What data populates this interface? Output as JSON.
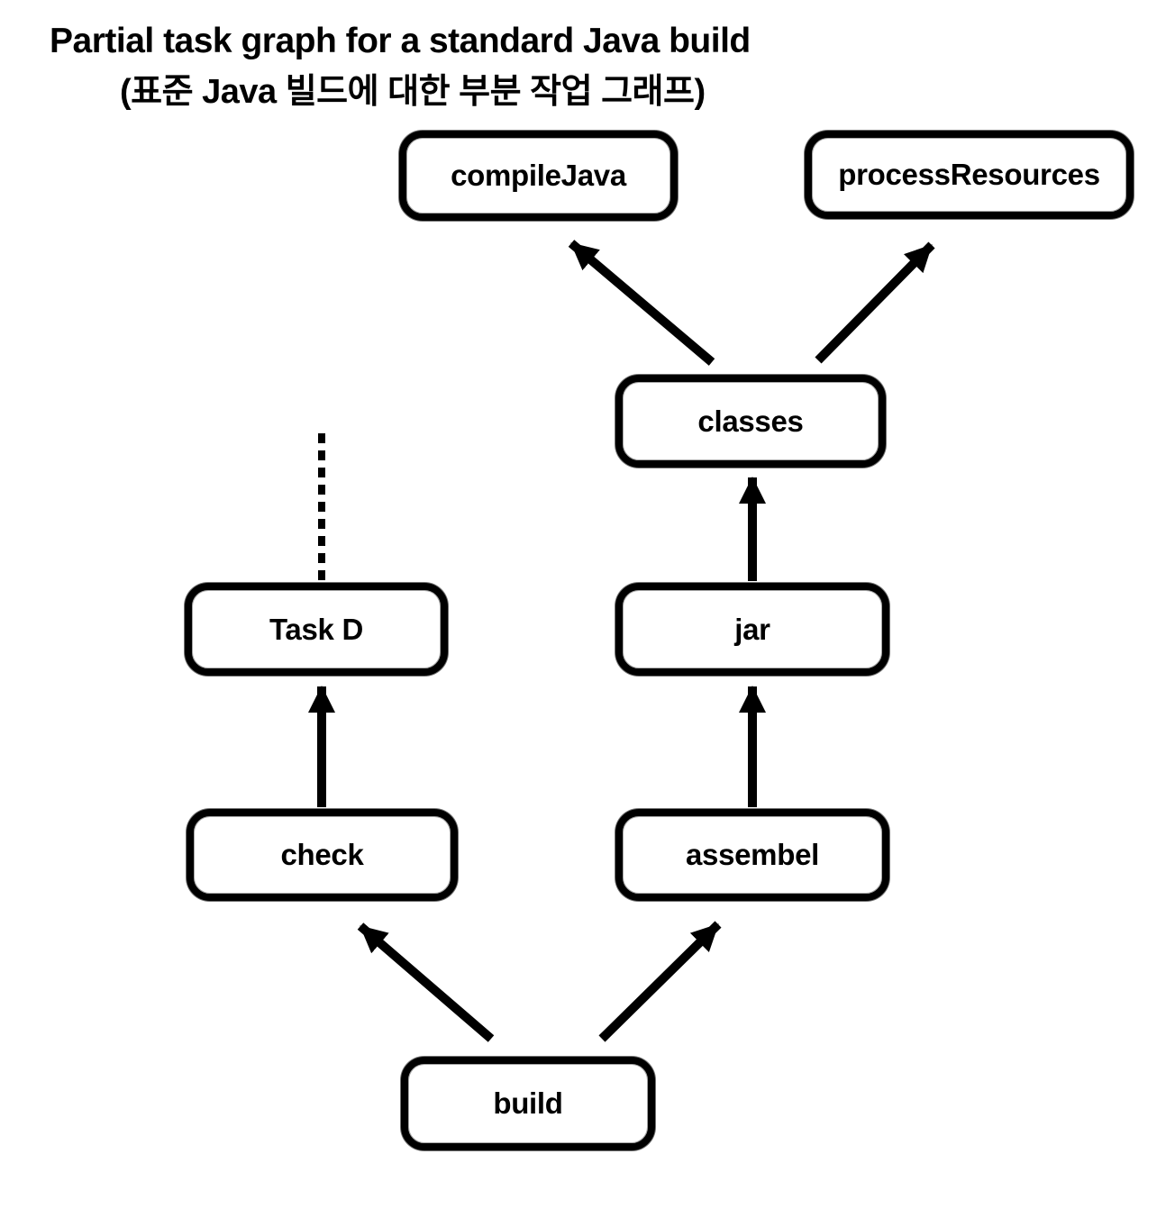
{
  "title": {
    "line1": "Partial task graph for a standard Java build",
    "line2": "(표준 Java 빌드에 대한 부분 작업 그래프)"
  },
  "colors": {
    "ink": "#000000",
    "background": "#ffffff"
  },
  "diagram": {
    "nodes": [
      {
        "id": "compileJava",
        "label": "compileJava"
      },
      {
        "id": "processResources",
        "label": "processResources"
      },
      {
        "id": "classes",
        "label": "classes"
      },
      {
        "id": "taskD",
        "label": "Task D"
      },
      {
        "id": "jar",
        "label": "jar"
      },
      {
        "id": "check",
        "label": "check"
      },
      {
        "id": "assembel",
        "label": "assembel"
      },
      {
        "id": "build",
        "label": "build"
      }
    ],
    "edges": [
      {
        "from": "classes",
        "to": "compileJava",
        "style": "arrow"
      },
      {
        "from": "classes",
        "to": "processResources",
        "style": "arrow"
      },
      {
        "from": "jar",
        "to": "classes",
        "style": "arrow"
      },
      {
        "from": "assembel",
        "to": "jar",
        "style": "arrow"
      },
      {
        "from": "check",
        "to": "taskD",
        "style": "arrow"
      },
      {
        "from": "build",
        "to": "check",
        "style": "arrow"
      },
      {
        "from": "build",
        "to": "assembel",
        "style": "arrow"
      },
      {
        "from": "taskD",
        "to": "",
        "style": "dashed-stub-upward"
      }
    ]
  }
}
